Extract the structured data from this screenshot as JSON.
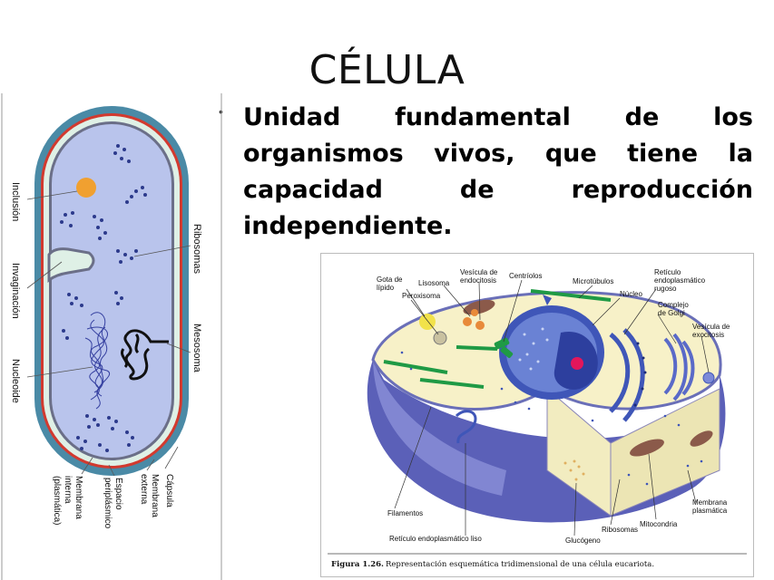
{
  "title": "CÉLULA",
  "definition": "Unidad fundamental de los organismos vivos, que tiene la capacidad de reproducción independiente.",
  "prokaryote": {
    "labels": {
      "inclusion": "Inclusión",
      "invaginacion": "Invaginación",
      "nucleoide": "Nucleoide",
      "ribosomas": "Ribosomas",
      "mesosoma": "Mesosoma",
      "capsula": "Cápsula",
      "membrana_externa_1": "Membrana",
      "membrana_externa_2": "externa",
      "espacio_1": "Espacio",
      "espacio_2": "periplásmico",
      "membrana_interna_1": "Membrana",
      "membrana_interna_2": "interna",
      "membrana_interna_3": "(plasmática)"
    },
    "colors": {
      "capsule": "#4a8aa6",
      "outer_membrane": "#d23a2f",
      "periplasm": "#dff0e6",
      "cytoplasm": "#b9c4ec",
      "inclusion": "#f0a030",
      "ribosome": "#2c3a8c"
    }
  },
  "eukaryote": {
    "labels": {
      "gota_lipido_1": "Gota de",
      "gota_lipido_2": "lípido",
      "lisosoma": "Lisosoma",
      "vesicula_endocitosis_1": "Vesícula de",
      "vesicula_endocitosis_2": "endocitosis",
      "centriolos": "Centríolos",
      "microtubulos": "Microtúbulos",
      "reticulo_rugoso_1": "Retículo",
      "reticulo_rugoso_2": "endoplasmático",
      "reticulo_rugoso_3": "rugoso",
      "peroxisoma": "Peroxisoma",
      "nucleo": "Núcleo",
      "golgi_1": "Complejo",
      "golgi_2": "de Golgi",
      "vesicula_exocitosis_1": "Vesícula de",
      "vesicula_exocitosis_2": "exocitosis",
      "filamentos": "Filamentos",
      "reticulo_liso": "Retículo endoplasmático liso",
      "glucogeno": "Glucógeno",
      "ribosomas": "Ribosomas",
      "mitocondria": "Mitocondria",
      "membrana_plasmatica_1": "Membrana",
      "membrana_plasmatica_2": "plasmática"
    },
    "caption": {
      "label": "Figura 1.26.",
      "text": "Representación esquemática tridimensional de una célula eucariota."
    },
    "colors": {
      "cytoplasm_top": "#f7f1c8",
      "cell_side": "#5b60b8",
      "nucleus": "#3f56b8",
      "er_green": "#1f9a45",
      "mitochondria": "#8b5a4a",
      "lipid": "#f2e24a",
      "nucleolus": "#e3165b"
    }
  }
}
